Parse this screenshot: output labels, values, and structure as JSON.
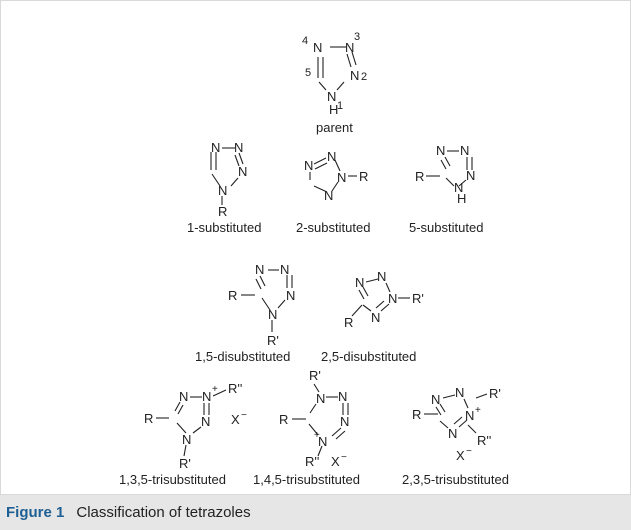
{
  "caption": {
    "label": "Figure 1",
    "text": "Classification of tetrazoles"
  },
  "atoms": {
    "N": "N",
    "H": "H",
    "R": "R",
    "Rp": "R'",
    "Rpp": "R''",
    "X": "X",
    "minus": "−",
    "plus": "+"
  },
  "ring_numbers": [
    "1",
    "2",
    "3",
    "4",
    "5"
  ],
  "labels": {
    "parent": "parent",
    "sub1": "1-substituted",
    "sub2": "2-substituted",
    "sub5": "5-substituted",
    "di15": "1,5-disubstituted",
    "di25": "2,5-disubstituted",
    "tri135": "1,3,5-trisubstituted",
    "tri145": "1,4,5-trisubstituted",
    "tri235": "2,3,5-trisubstituted"
  }
}
